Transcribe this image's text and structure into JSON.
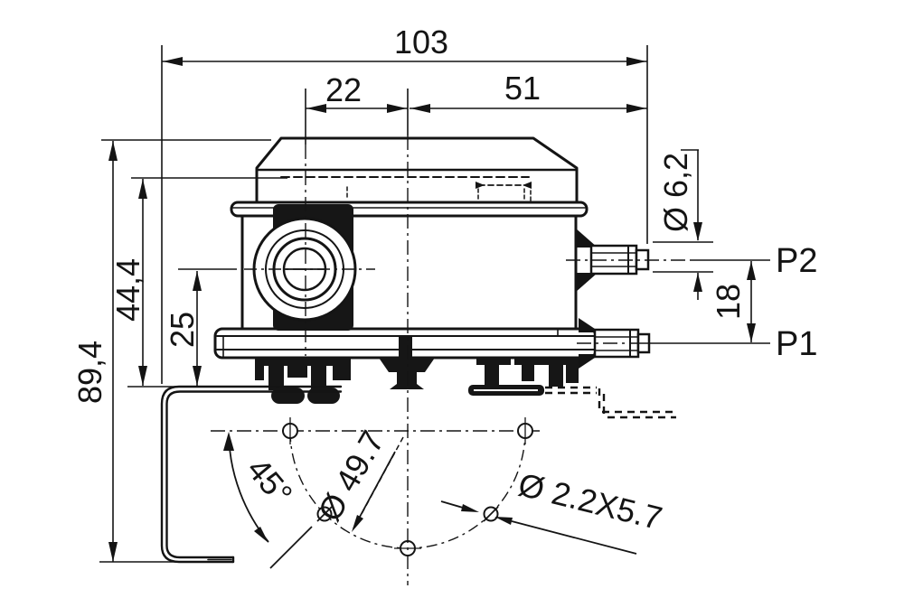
{
  "drawing": {
    "dimensions": {
      "width_overall": "103",
      "width_gland_to_center": "22",
      "width_center_to_port": "51",
      "port_diameter": "Ø 6,2",
      "port_vertical_spacing": "18",
      "height_overall": "89,4",
      "height_internal_level": "44,4",
      "height_gland_center": "25",
      "mounting_hole_angle": "45°",
      "bolt_circle_diameter": "Ø 49.7",
      "mounting_slot_size": "Ø 2.2X5.7"
    },
    "labels": {
      "port_upper": "P2",
      "port_lower": "P1"
    },
    "colors": {
      "ink": "#141414",
      "paper": "#ffffff"
    }
  }
}
